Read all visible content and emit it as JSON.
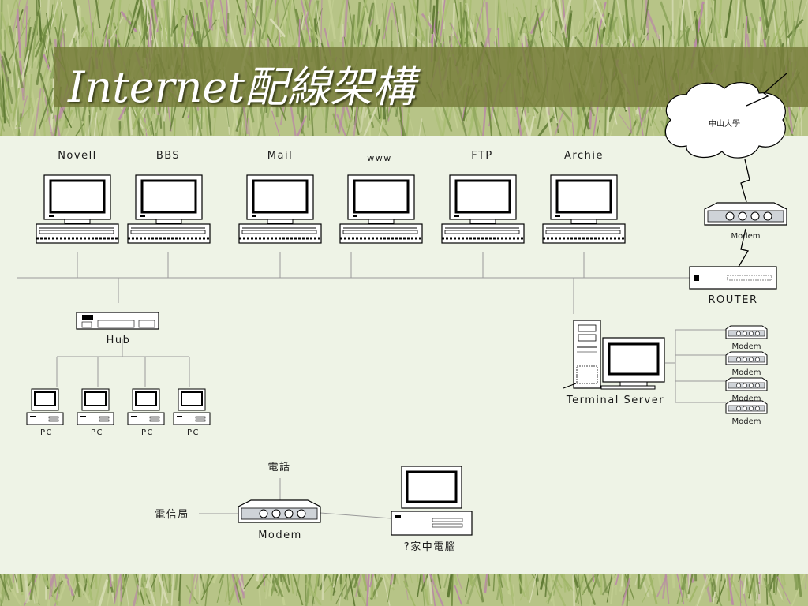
{
  "title": "Internet配線架構",
  "cloud_label": "中山大學",
  "servers": [
    "Novell",
    "BBS",
    "Mail",
    "www",
    "FTP",
    "Archie"
  ],
  "uplink_modem_label": "Modem",
  "router_label": "ROUTER",
  "hub_label": "Hub",
  "pcs": [
    "PC",
    "PC",
    "PC",
    "PC"
  ],
  "terminal_server_label": "Terminal Server",
  "dialup_modems": [
    "Modem",
    "Modem",
    "Modem",
    "Modem"
  ],
  "home": {
    "phone_label": "電話",
    "telecom_label": "電信局",
    "modem_label": "Modem",
    "computer_label": "?家中電腦"
  },
  "colors": {
    "title_bar": "#767c3a",
    "background": "#eef3e6",
    "line": "#9a9a9a"
  }
}
